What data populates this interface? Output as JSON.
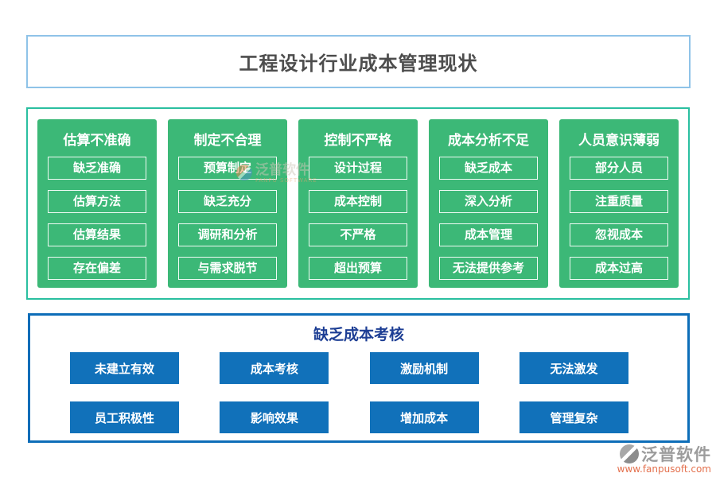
{
  "page": {
    "title": "工程设计行业成本管理现状"
  },
  "colors": {
    "title_border": "#8fc3e8",
    "title_text": "#4d4d4d",
    "green_border": "#2abfa0",
    "green_panel": "#3cb877",
    "blue_border": "#0d6db8",
    "blue_button": "#1171ba",
    "bottom_title": "#1d3e94",
    "logo_gray": "#9c9c9c",
    "logo_url": "#e4714e"
  },
  "problem_columns": [
    {
      "header": "估算不准确",
      "items": [
        "缺乏准确",
        "估算方法",
        "估算结果",
        "存在偏差"
      ]
    },
    {
      "header": "制定不合理",
      "items": [
        "预算制定",
        "缺乏充分",
        "调研和分析",
        "与需求脱节"
      ]
    },
    {
      "header": "控制不严格",
      "items": [
        "设计过程",
        "成本控制",
        "不严格",
        "超出预算"
      ]
    },
    {
      "header": "成本分析不足",
      "items": [
        "缺乏成本",
        "深入分析",
        "成本管理",
        "无法提供参考"
      ]
    },
    {
      "header": "人员意识薄弱",
      "items": [
        "部分人员",
        "注重质量",
        "忽视成本",
        "成本过高"
      ]
    }
  ],
  "bottom_section": {
    "title": "缺乏成本考核",
    "rows": [
      [
        "未建立有效",
        "成本考核",
        "激励机制",
        "无法激发"
      ],
      [
        "员工积极性",
        "影响效果",
        "增加成本",
        "管理复杂"
      ]
    ]
  },
  "watermark": {
    "text": "泛普软件",
    "subtext": "FANPU SOFTWARE"
  },
  "logo": {
    "name": "泛普软件",
    "url": "www.fanpusoft.com"
  }
}
